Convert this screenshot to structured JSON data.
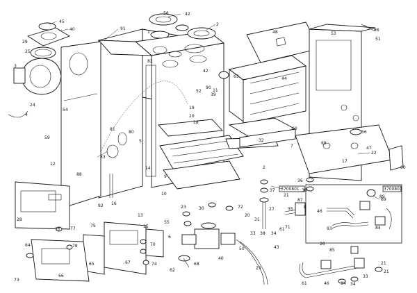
{
  "diagram": {
    "part_codes": [
      "3700801",
      "3700801"
    ],
    "callouts": [
      "45",
      "40",
      "29",
      "25",
      "3",
      "24",
      "4",
      "59",
      "91",
      "1",
      "58",
      "42",
      "2",
      "82",
      "19",
      "20",
      "39",
      "90",
      "48",
      "53",
      "86",
      "51",
      "54",
      "12",
      "81",
      "80",
      "83",
      "5",
      "14",
      "9",
      "10",
      "16",
      "92",
      "88",
      "28",
      "42",
      "11",
      "63",
      "44",
      "69",
      "47",
      "22",
      "17",
      "56",
      "60",
      "60",
      "7",
      "2",
      "32",
      "30",
      "72",
      "20",
      "31",
      "33",
      "38",
      "34",
      "36",
      "37",
      "21",
      "38",
      "35",
      "8",
      "46",
      "93",
      "89",
      "85",
      "26",
      "87",
      "71",
      "61",
      "27",
      "73",
      "76",
      "77",
      "78",
      "75",
      "64",
      "66",
      "65",
      "67",
      "70",
      "74",
      "23",
      "55",
      "6",
      "68",
      "62",
      "15",
      "13",
      "50",
      "40",
      "25",
      "43",
      "61",
      "46",
      "34",
      "33",
      "21",
      "84",
      "52",
      "18",
      "34",
      "89",
      "21"
    ]
  }
}
